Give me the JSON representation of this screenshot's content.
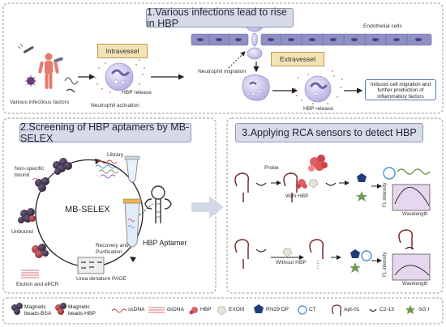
{
  "panel1": {
    "title": "1.Various infections lead to rise in HBP",
    "intravessel": "Intravessel",
    "extravessel": "Extravessel",
    "endothelial": "Endothelial cells",
    "infectious_factors": "Various infectious factors",
    "hbp_release_1": "HBP release",
    "neutrophil_activation": "Neutrophil activation",
    "neutrophil_migration": "Neutrophil migration",
    "hbp_release_2": "HBP release",
    "outcome": "Induces cell migration and further production of inflammatory factors"
  },
  "panel2": {
    "title": "2.Screening of HBP aptamers by MB-SELEX",
    "center": "MB-SELEX",
    "library": "Library",
    "nonspecific": "Non-specific bound",
    "unbound": "Unbound",
    "elution": "Elution and ePCR",
    "urea": "Urea denature PAGE",
    "recovery": "Recovery and Purification",
    "aptamer": "HBP Aptamer"
  },
  "panel3": {
    "title": "3.Applying RCA sensors to detect HBP",
    "probe": "Probe",
    "with_hbp": "With HBP",
    "without_hbp": "Without HBP",
    "ylabel": "FL intensity",
    "xlabel": "Wavelength"
  },
  "legend": {
    "items": [
      {
        "label": "Magnetic beads-BSA",
        "icon": "bead-bsa-icon"
      },
      {
        "label": "Magnetic beads-HBP",
        "icon": "bead-hbp-icon"
      },
      {
        "label": "ssDNA",
        "icon": "ssdna-icon"
      },
      {
        "label": "dsDNA",
        "icon": "dsdna-icon"
      },
      {
        "label": "HBP",
        "icon": "hbp-icon"
      },
      {
        "label": "EXOIII",
        "icon": "exoiii-icon"
      },
      {
        "label": "Phi29 DP",
        "icon": "phi29-icon"
      },
      {
        "label": "CT",
        "icon": "ct-icon"
      },
      {
        "label": "Apt-01",
        "icon": "apt-icon"
      },
      {
        "label": "C2-13",
        "icon": "c213-icon"
      },
      {
        "label": "SG I",
        "icon": "sgi-icon"
      }
    ]
  },
  "colors": {
    "header_bg": "#d7dbe8",
    "tag_bg": "#f3e3b5",
    "endothelial": "#8e90c4",
    "neutrophil": "#c9c4e6",
    "hbp": "#e0606a",
    "phi29": "#1f3e78",
    "sg": "#6f9a55",
    "ct": "#4a8fd0",
    "spectrum_bg": "#e7d7ee"
  }
}
